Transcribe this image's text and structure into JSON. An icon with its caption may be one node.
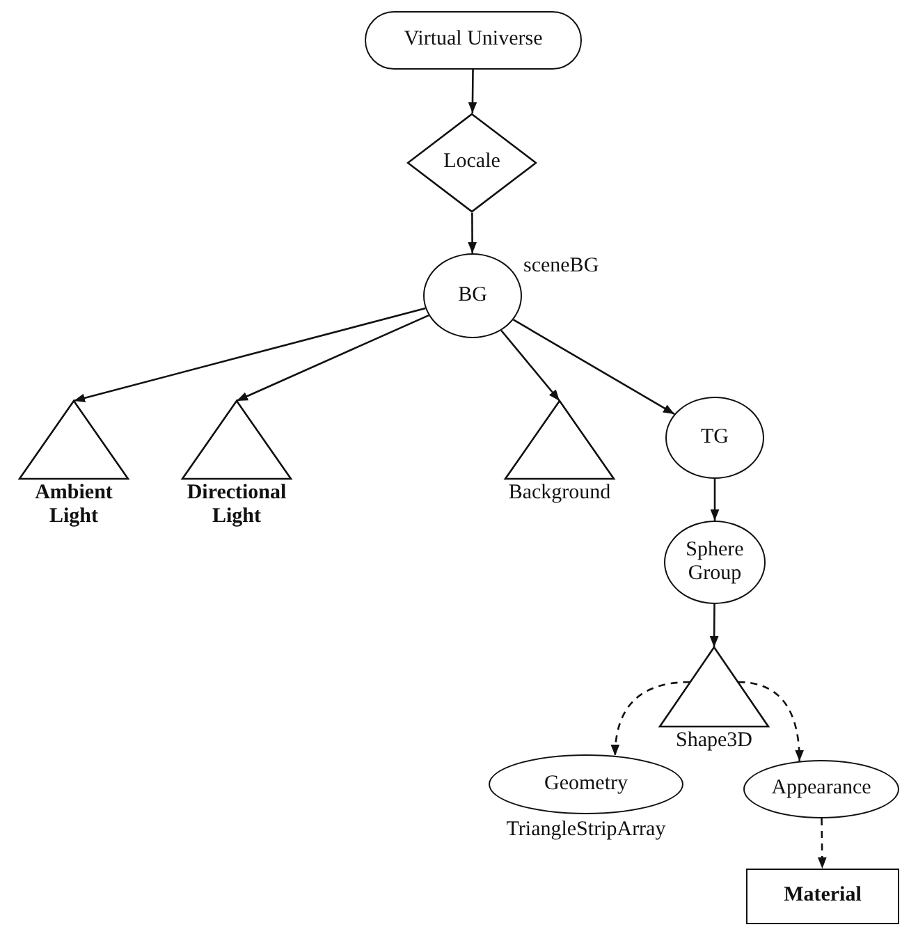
{
  "diagram": {
    "nodes": [
      {
        "text": [
          "Virtual Universe"
        ]
      },
      {
        "text": [
          "Locale"
        ]
      },
      {
        "text": [
          "BG"
        ],
        "beside": [
          "sceneBG"
        ]
      },
      {
        "text": [
          "Ambient Light"
        ]
      },
      {
        "text": [
          "Directional Light"
        ]
      },
      {
        "text": [
          "Background"
        ]
      },
      {
        "text": [
          "TG"
        ]
      },
      {
        "text": [
          "Sphere Group"
        ]
      },
      {
        "text": [
          "Shape3D"
        ]
      },
      {
        "text": [
          "Geometry"
        ],
        "beside": [
          "TriangleStripArray"
        ]
      },
      {
        "text": [
          "Appearance"
        ]
      },
      {
        "text": [
          "Material"
        ]
      }
    ],
    "edges": [
      {
        "from": 0,
        "to": 1,
        "arrow": "to"
      },
      {
        "from": 1,
        "to": 2,
        "arrow": "to"
      },
      {
        "from": 2,
        "to": 3,
        "arrow": "to"
      },
      {
        "from": 2,
        "to": 4,
        "arrow": "to"
      },
      {
        "from": 2,
        "to": 5,
        "arrow": "to"
      },
      {
        "from": 2,
        "to": 6,
        "arrow": "to"
      },
      {
        "from": 6,
        "to": 7,
        "arrow": "to"
      },
      {
        "from": 7,
        "to": 8,
        "arrow": "to"
      },
      {
        "from": 8,
        "to": 9,
        "arrow": "to",
        "style": "dashed"
      },
      {
        "from": 8,
        "to": 10,
        "arrow": "to",
        "style": "dashed"
      },
      {
        "from": 10,
        "to": 11,
        "arrow": "to",
        "style": "dashed"
      }
    ]
  }
}
